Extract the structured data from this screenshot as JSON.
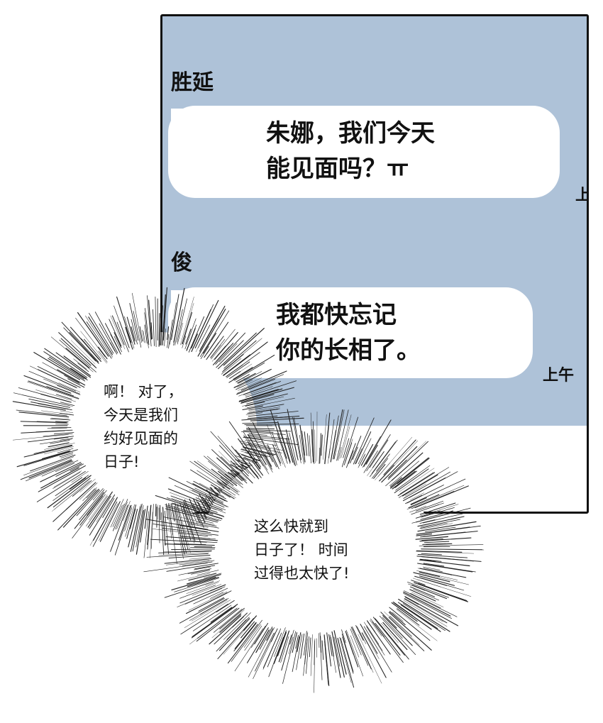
{
  "chat": {
    "background_color": "#aec2d8",
    "messages": [
      {
        "sender": "胜延",
        "text": "朱娜，我们今天\n能见面吗？ㅠ",
        "time": "上"
      },
      {
        "sender": "俊",
        "text": "我都快忘记\n你的长相了。",
        "time": "上午"
      }
    ]
  },
  "thoughts": [
    {
      "text": "啊！ 对了，\n今天是我们\n约好见面的\n日子!"
    },
    {
      "text": "这么快就到\n日子了！ 时间\n过得也太快了!"
    }
  ]
}
